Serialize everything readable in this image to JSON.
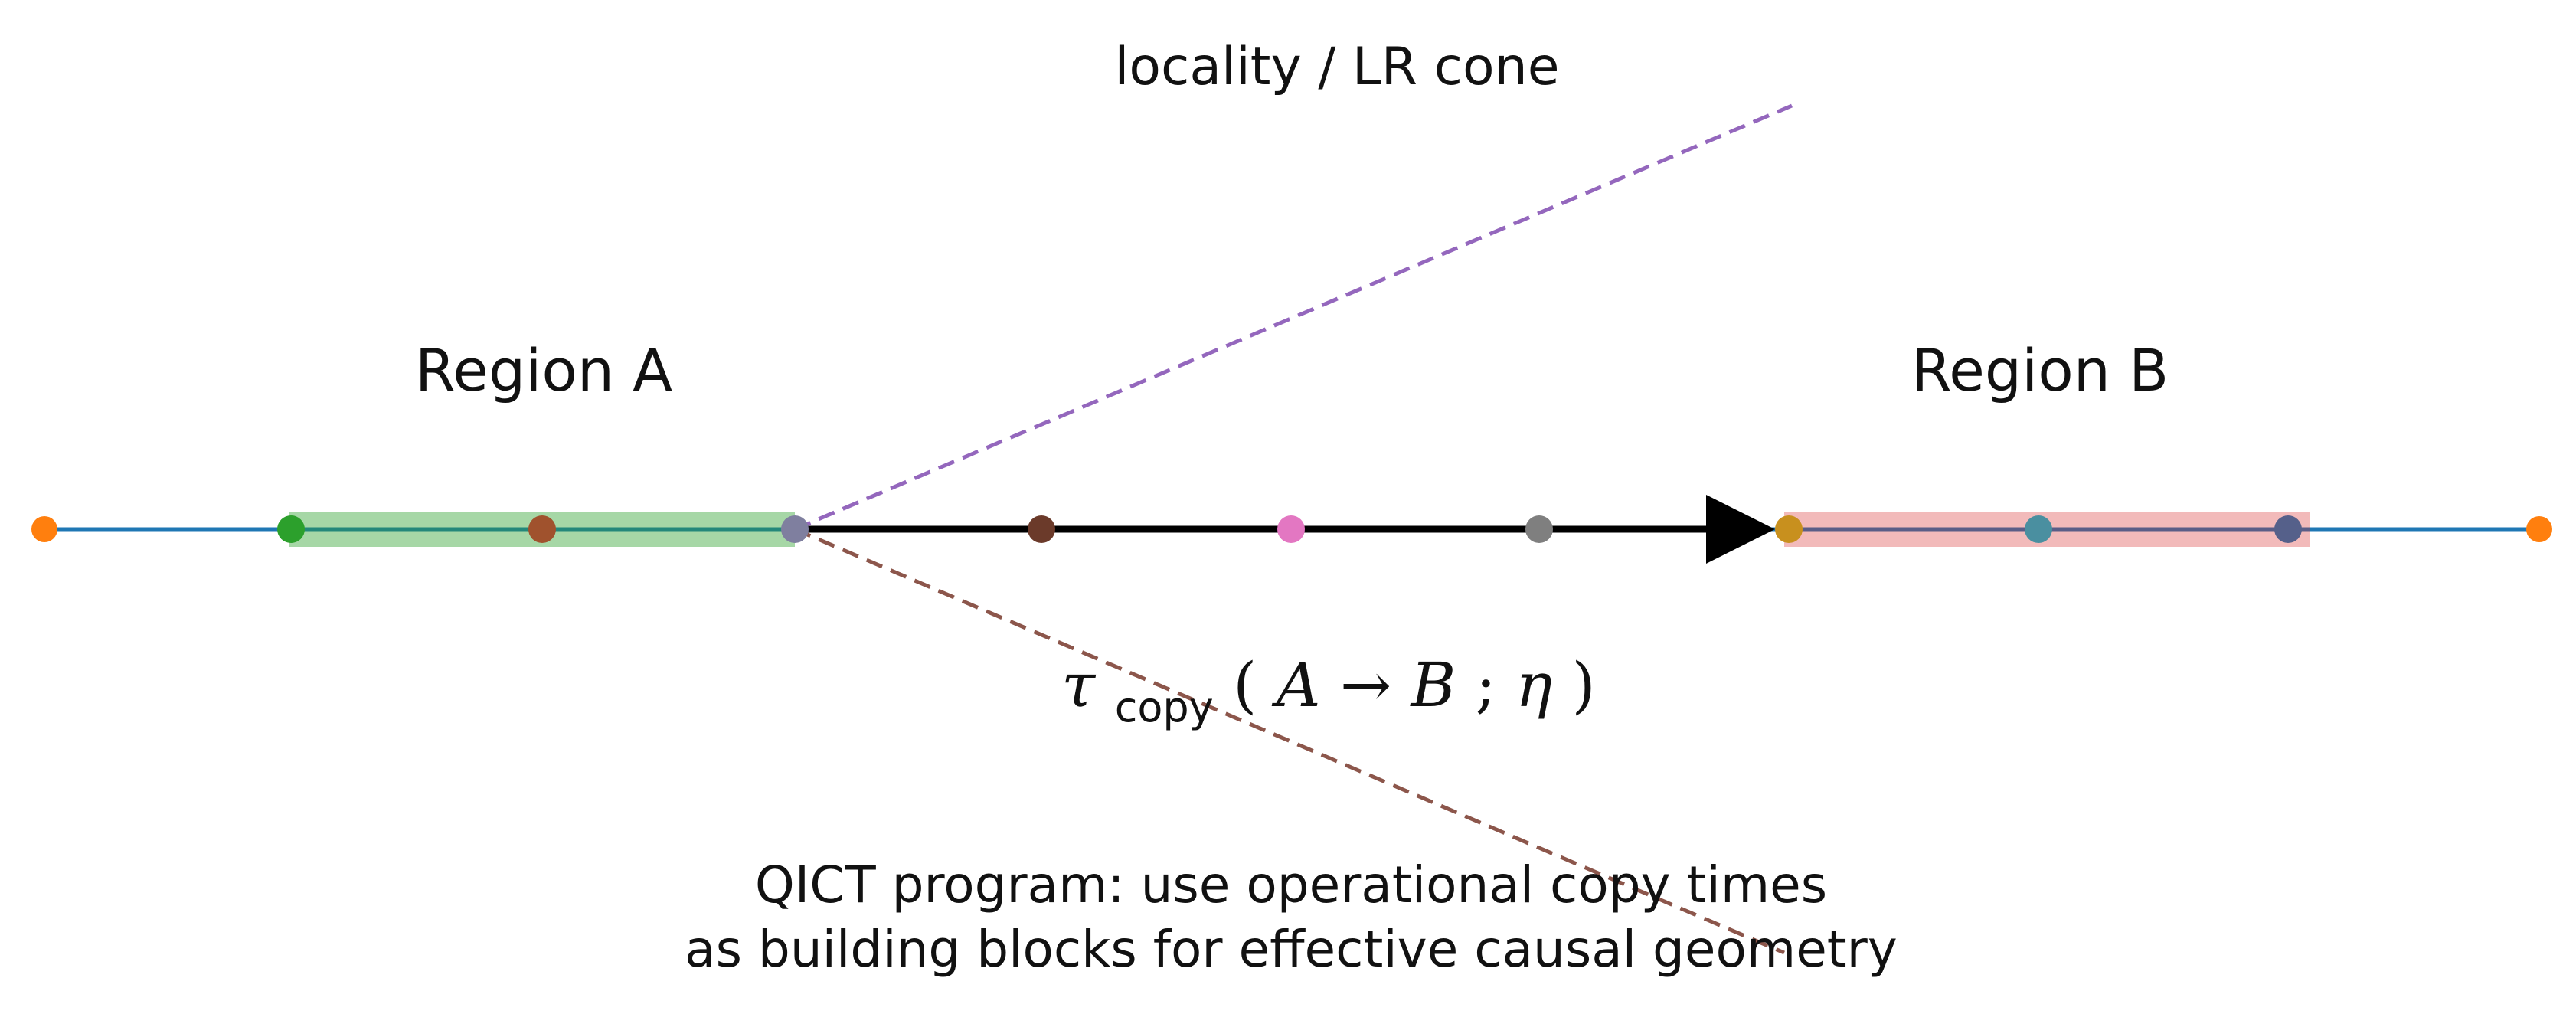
{
  "labels": {
    "locality_cone": "locality / LR cone",
    "region_a": "Region A",
    "region_b": "Region B",
    "copy_time": {
      "symbol": "τ",
      "subscript": "copy",
      "open_paren": "(",
      "a": "A",
      "arrow": "→",
      "b": "B",
      "separator": "; ",
      "eta": "η",
      "close_paren": ")"
    },
    "caption_line_1": "QICT program: use operational copy times",
    "caption_line_2": "as building blocks for effective causal geometry"
  },
  "colors": {
    "chain_line": "#1f77b4",
    "region_a_band": "#2ca02c",
    "region_b_band": "#d62728",
    "signal_arrow": "#000000",
    "cone_upper": "#9467bd",
    "cone_lower": "#8c564b",
    "sites": [
      "#ff7f0e",
      "#2ca02c",
      "#a0522d",
      "#7f7f9f",
      "#6b3a2a",
      "#e377c2",
      "#7f7f7f",
      "#c8901e",
      "#4a8fa0",
      "#55608a",
      "#ff7f0e"
    ]
  }
}
